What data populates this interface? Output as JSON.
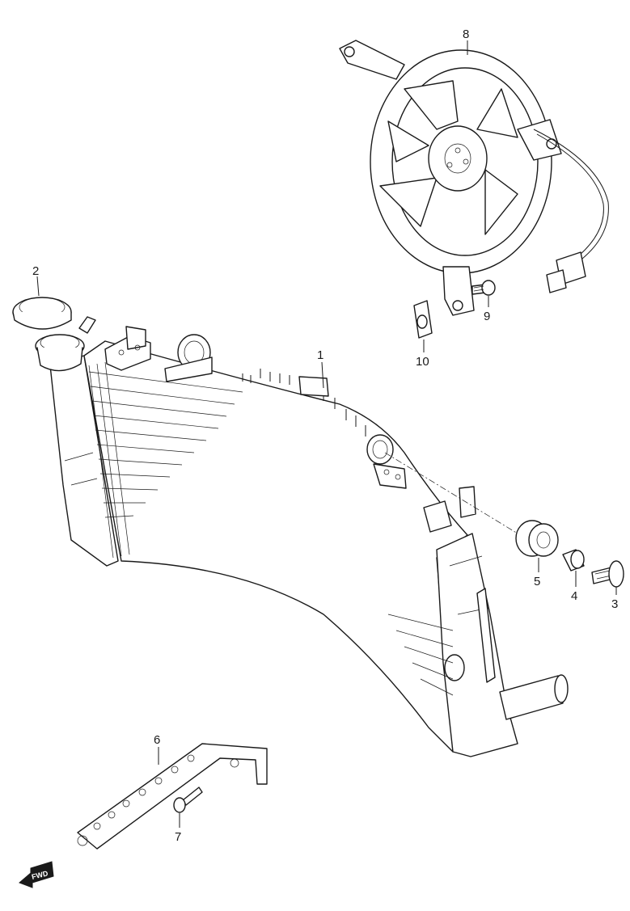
{
  "callouts": [
    {
      "id": "1",
      "label": "1"
    },
    {
      "id": "2",
      "label": "2"
    },
    {
      "id": "3",
      "label": "3"
    },
    {
      "id": "4",
      "label": "4"
    },
    {
      "id": "5",
      "label": "5"
    },
    {
      "id": "6",
      "label": "6"
    },
    {
      "id": "7",
      "label": "7"
    },
    {
      "id": "8",
      "label": "8"
    },
    {
      "id": "9",
      "label": "9"
    },
    {
      "id": "10",
      "label": "10"
    }
  ],
  "fwd_arrow": {
    "label": "FWD"
  },
  "colors": {
    "line": "#1a1a1a",
    "background": "#ffffff"
  }
}
